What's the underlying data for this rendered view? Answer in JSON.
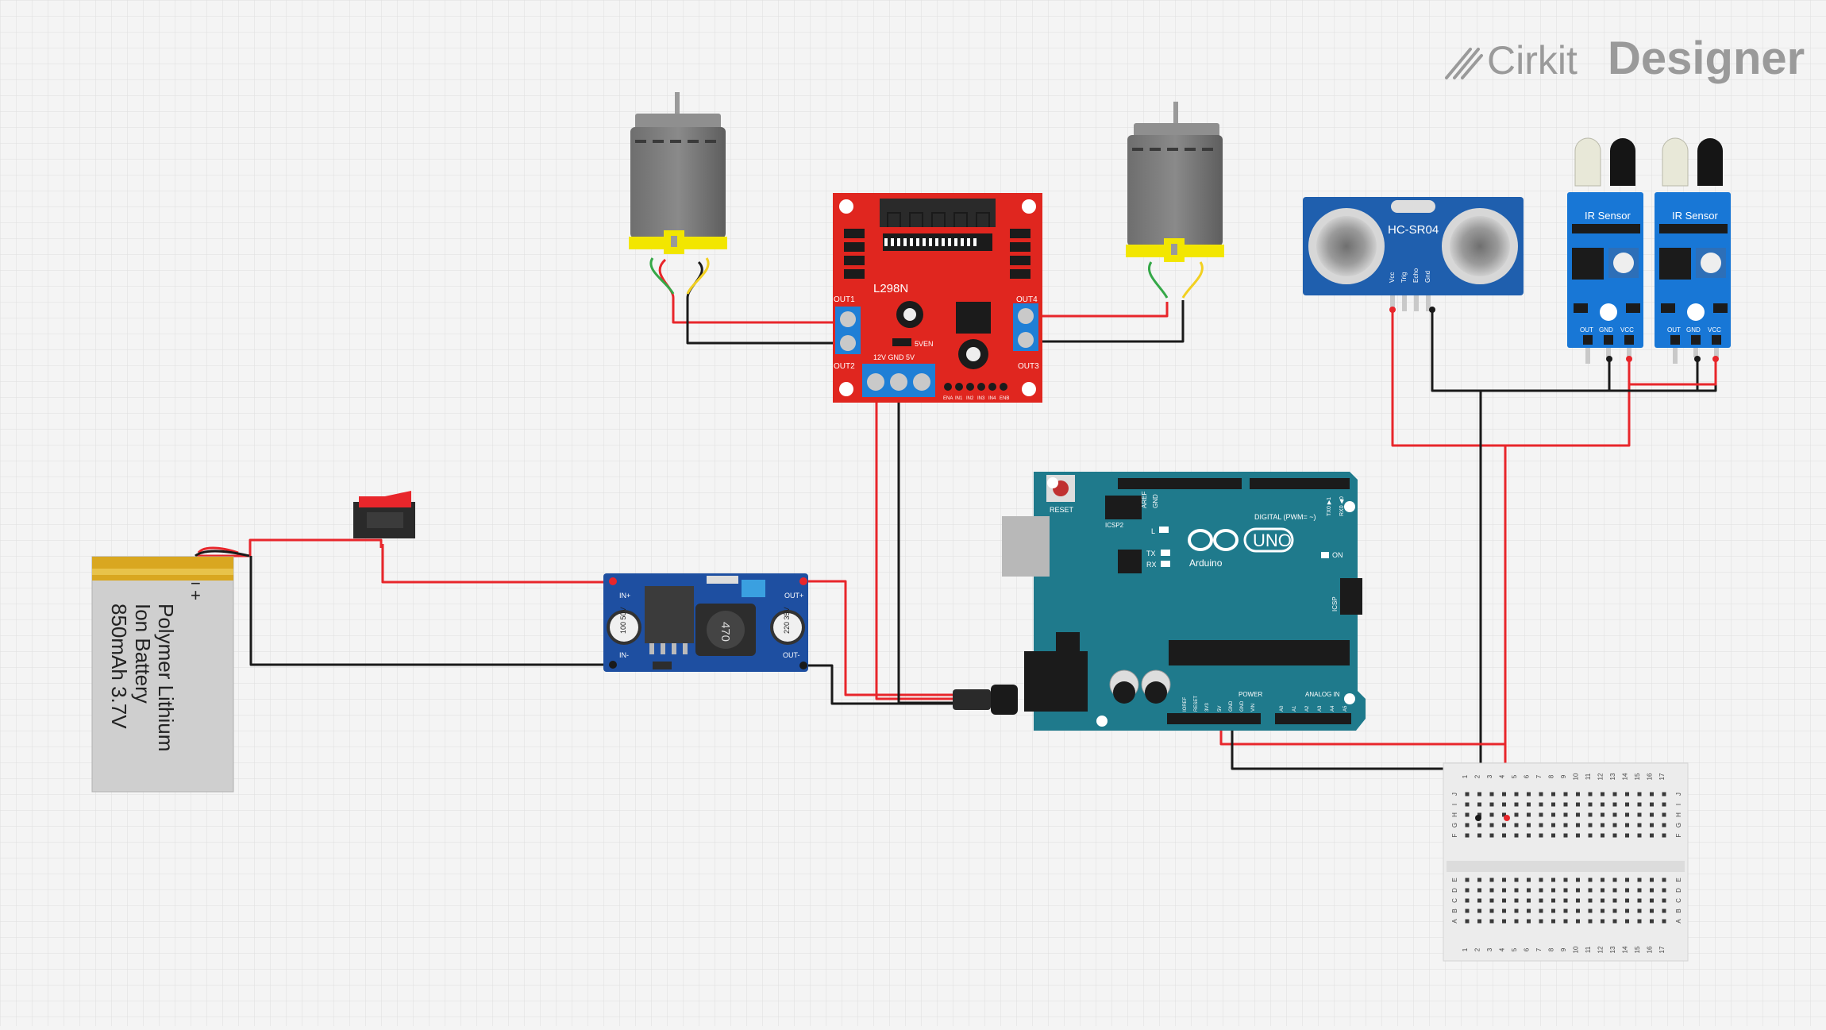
{
  "brand": {
    "left": "Cirkit",
    "right": "Designer",
    "logo_icon": "cirkit-logo-icon"
  },
  "battery": {
    "minus": "−",
    "plus": "+",
    "line1": "Polymer Lithium",
    "line2": "Ion Battery",
    "line3": "850mAh 3.7V"
  },
  "l298n": {
    "chip": "L298N",
    "out1": "OUT1",
    "out2": "OUT2",
    "out3": "OUT3",
    "out4": "OUT4",
    "power_pins": "12V GND  5V",
    "five_ven": "5VEN",
    "inputs": [
      "ENA",
      "IN1",
      "IN2",
      "IN3",
      "IN4",
      "ENB"
    ]
  },
  "hcsr04": {
    "label": "HC-SR04",
    "pins": [
      "Vcc",
      "Trig",
      "Echo",
      "Gnd"
    ]
  },
  "ir_sensors": [
    {
      "title": "IR Sensor",
      "pins": [
        "OUT",
        "GND",
        "VCC"
      ]
    },
    {
      "title": "IR Sensor",
      "pins": [
        "OUT",
        "GND",
        "VCC"
      ]
    }
  ],
  "buck": {
    "in_plus": "IN+",
    "in_minus": "IN-",
    "out_plus": "OUT+",
    "out_minus": "OUT-",
    "cap1": "100 50V",
    "cap2": "220 35V",
    "inductor": "470"
  },
  "arduino": {
    "reset": "RESET",
    "icsp2": "ICSP2",
    "logo": "UNO",
    "brand": "Arduino",
    "led_l": "L",
    "led_tx": "TX",
    "led_rx": "RX",
    "on": "ON",
    "icsp": "ICSP",
    "digital": "DIGITAL (PWM= ~)",
    "aref": "AREF",
    "gnd": "GND",
    "tx": "TX0 ▶1",
    "rx": "RX0 ◀0",
    "power": "POWER",
    "analog": "ANALOG IN",
    "power_pins": [
      "IOREF",
      "RESET",
      "3V3",
      "5V",
      "GND",
      "GND",
      "VIN"
    ],
    "analog_pins": [
      "A0",
      "A1",
      "A2",
      "A3",
      "A4",
      "A5"
    ]
  },
  "breadboard": {
    "columns": [
      "1",
      "2",
      "3",
      "4",
      "5",
      "6",
      "7",
      "8",
      "9",
      "10",
      "11",
      "12",
      "13",
      "14",
      "15",
      "16",
      "17"
    ],
    "rows_top": [
      "J",
      "I",
      "H",
      "G",
      "F"
    ],
    "rows_bottom": [
      "E",
      "D",
      "C",
      "B",
      "A"
    ]
  },
  "colors": {
    "wire_red": "#e8262b",
    "wire_black": "#1a1a1a",
    "l298n_board": "#e0261f",
    "sensor_blue": "#1877d6",
    "arduino_teal": "#1f7a8c"
  }
}
